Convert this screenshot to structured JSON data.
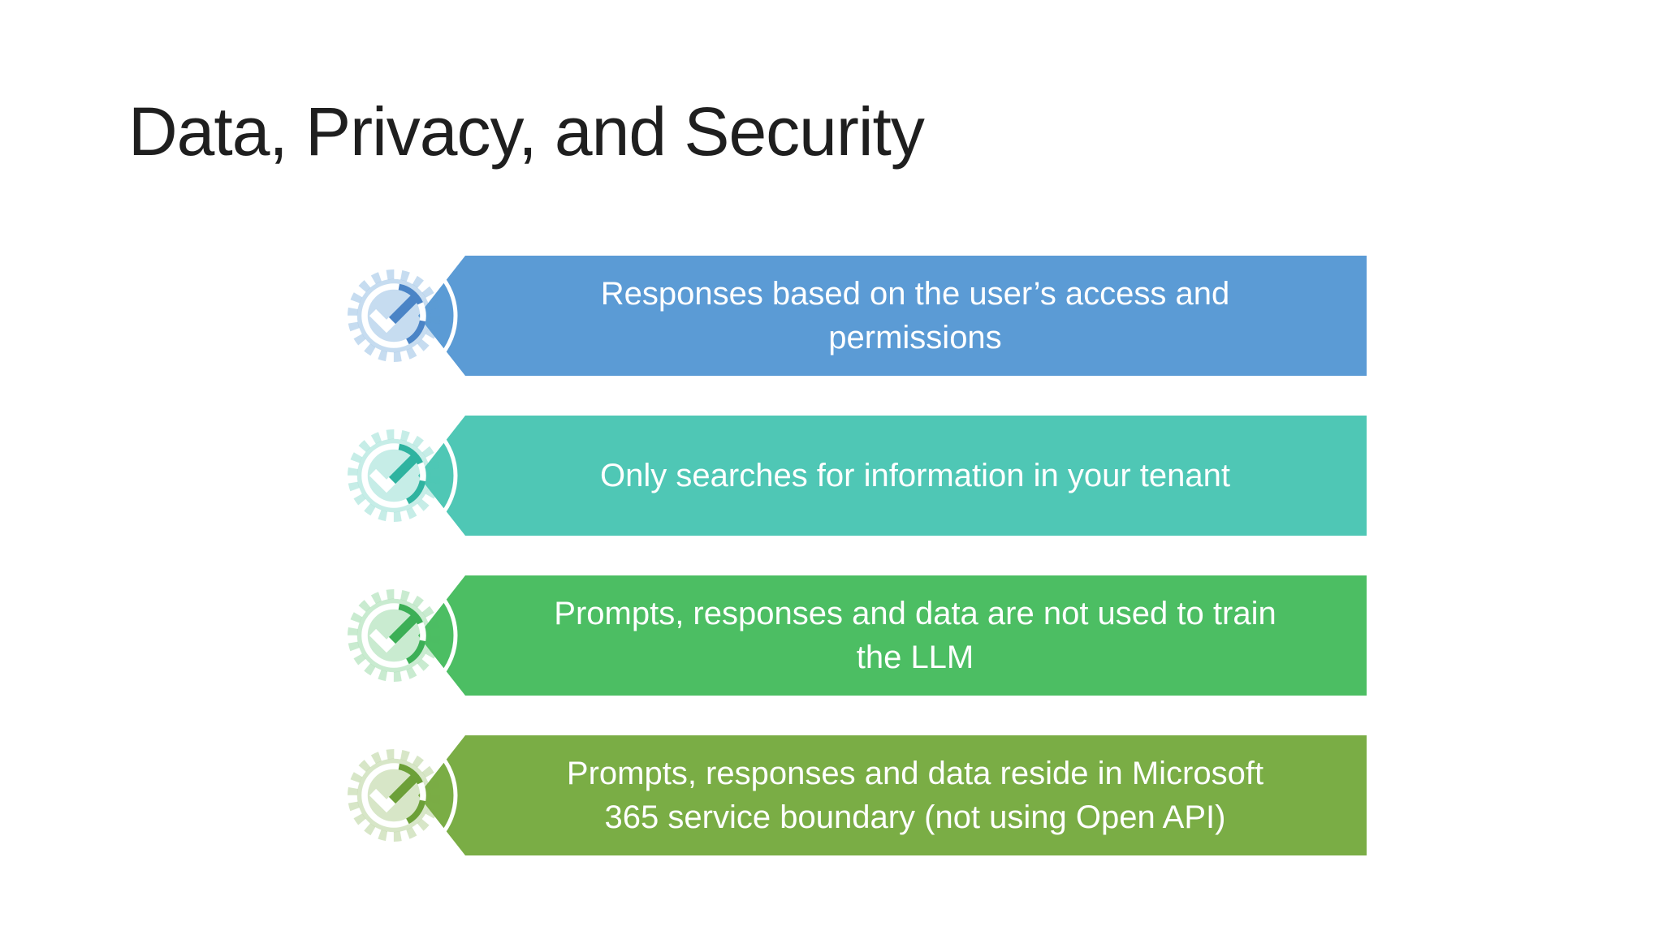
{
  "slide": {
    "title": "Data, Privacy, and Security",
    "background_color": "#FFFFFF",
    "title_color": "#1F1F1F",
    "text_color": "#FFFFFF"
  },
  "rows": [
    {
      "icon": "check-seal-badge-icon",
      "lines": [
        "Responses based on the user’s access and",
        "permissions"
      ],
      "color_main": "#5B9BD5",
      "color_seal": "rgba(91,155,213,0.35)",
      "color_accent": "#4A84C6"
    },
    {
      "icon": "check-seal-badge-icon",
      "lines": [
        "Only searches for information in your tenant"
      ],
      "color_main": "#4FC7B5",
      "color_seal": "rgba(79,199,181,0.32)",
      "color_accent": "#2FB3A0"
    },
    {
      "icon": "check-seal-badge-icon",
      "lines": [
        "Prompts, responses and data are not used to train",
        "the LLM"
      ],
      "color_main": "#4CBE63",
      "color_seal": "rgba(76,190,99,0.30)",
      "color_accent": "#3CAF56"
    },
    {
      "icon": "check-seal-badge-icon",
      "lines": [
        "Prompts, responses and data reside in Microsoft",
        "365 service boundary (not using Open API)"
      ],
      "color_main": "#7AAD45",
      "color_seal": "rgba(122,173,69,0.30)",
      "color_accent": "#6CA038"
    }
  ]
}
